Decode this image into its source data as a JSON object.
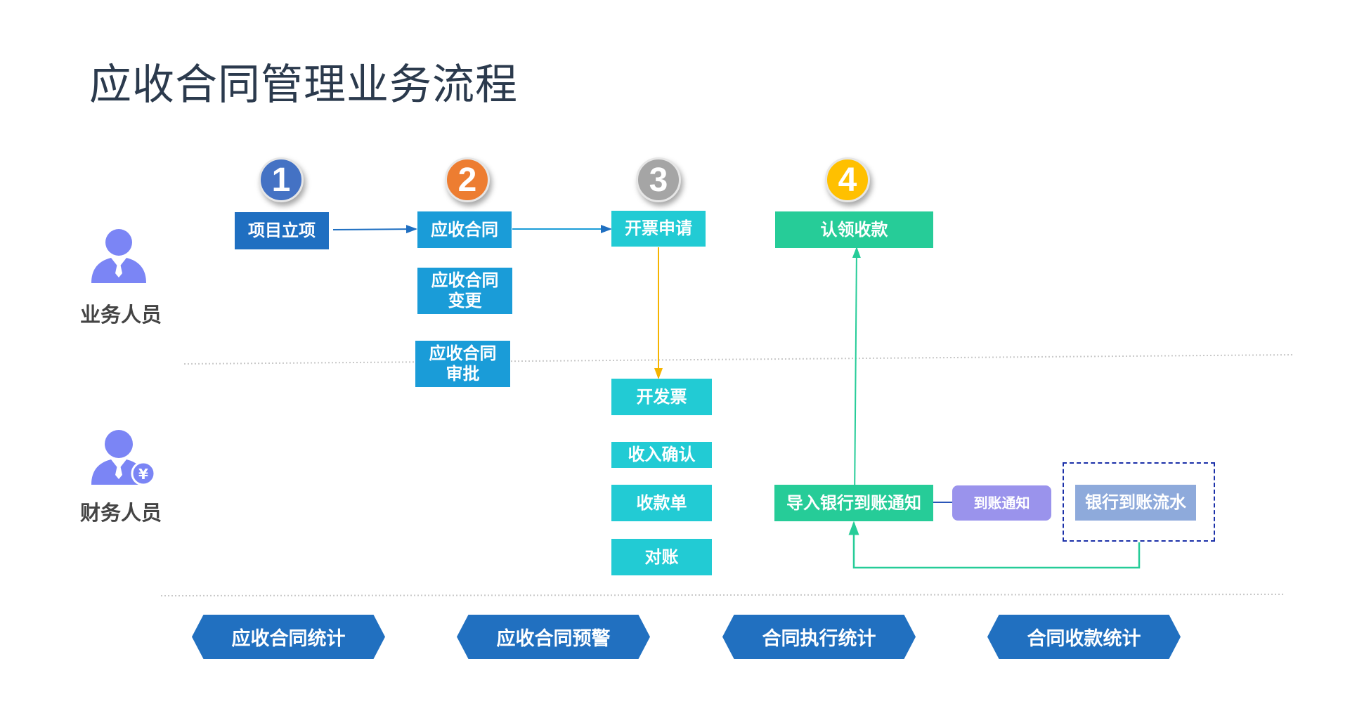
{
  "title": "应收合同管理业务流程",
  "steps": [
    {
      "number": "1",
      "color": "#4472c4"
    },
    {
      "number": "2",
      "color": "#ed7d31"
    },
    {
      "number": "3",
      "color": "#a5a5a5"
    },
    {
      "number": "4",
      "color": "#ffc000"
    }
  ],
  "roles": {
    "business": {
      "label": "业务人员",
      "icon": "person-icon"
    },
    "finance": {
      "label": "财务人员",
      "icon": "person-yuan-icon"
    }
  },
  "nodes": {
    "project_setup": "项目立项",
    "receivable_contract": "应收合同",
    "contract_change_line1": "应收合同",
    "contract_change_line2": "变更",
    "contract_approval_line1": "应收合同",
    "contract_approval_line2": "审批",
    "invoice_request": "开票申请",
    "claim_payment": "认领收款",
    "issue_invoice": "开发票",
    "revenue_confirm": "收入确认",
    "receipt": "收款单",
    "reconcile": "对账",
    "import_bank_notice": "导入银行到账通知",
    "arrival_notice": "到账通知",
    "bank_statement": "银行到账流水"
  },
  "reports": [
    "应收合同统计",
    "应收合同预警",
    "合同执行统计",
    "合同收款统计"
  ],
  "colors": {
    "dark_blue": "#1f6fc1",
    "mid_blue": "#1a9cd8",
    "cyan": "#22cbd4",
    "green": "#26cc98",
    "purple": "#9a93ec",
    "slate_blue": "#8eaadb",
    "dashed_border": "#1a2fa8",
    "orange_line": "#f5b400",
    "person": "#7b85f5"
  }
}
